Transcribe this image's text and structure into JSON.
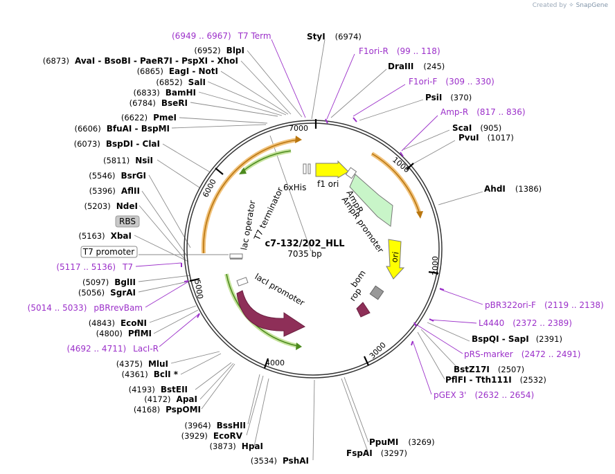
{
  "watermark": {
    "prefix": "Created by",
    "brand": "SnapGene"
  },
  "plasmid": {
    "name": "c7-132/202_HLL",
    "length": "7035 bp"
  },
  "ticks": [
    "1000",
    "2000",
    "3000",
    "4000",
    "5000",
    "6000",
    "7000"
  ],
  "features": {
    "f1_ori": "f1 ori",
    "AmpR": "AmpR",
    "AmpR_promoter": "AmpR promoter",
    "ori": "ori",
    "bom": "bom",
    "rop": "rop",
    "lacI": "lacI",
    "lacI_promoter": "lacI promoter",
    "lac_operator": "lac operator",
    "T7_terminator": "T7 terminator",
    "6xHis": "6xHis"
  },
  "boxed_labels": {
    "rbs": "RBS",
    "t7_promoter": "T7 promoter"
  },
  "sites": [
    {
      "id": "styi",
      "pos": "(6974)",
      "name": "StyI"
    },
    {
      "id": "draiii",
      "pos": "(245)",
      "name": "DraIII"
    },
    {
      "id": "psii",
      "pos": "(370)",
      "name": "PsiI"
    },
    {
      "id": "scai",
      "pos": "(905)",
      "name": "ScaI"
    },
    {
      "id": "pvui",
      "pos": "(1017)",
      "name": "PvuI"
    },
    {
      "id": "ahdi",
      "pos": "(1386)",
      "name": "AhdI"
    },
    {
      "id": "bspqi",
      "pos": "(2391)",
      "name": "BspQI  -  SapI"
    },
    {
      "id": "bstz17i",
      "pos": "(2507)",
      "name": "BstZ17I"
    },
    {
      "id": "pflfi",
      "pos": "(2532)",
      "name": "PflFI  -  Tth111I"
    },
    {
      "id": "ppumi",
      "pos": "(3269)",
      "name": "PpuMI"
    },
    {
      "id": "fspai",
      "pos": "(3297)",
      "name": "FspAI"
    },
    {
      "id": "pshai",
      "pos": "(3534)",
      "name": "PshAI"
    },
    {
      "id": "hpai",
      "pos": "(3873)",
      "name": "HpaI"
    },
    {
      "id": "ecorv",
      "pos": "(3929)",
      "name": "EcoRV"
    },
    {
      "id": "bsshii",
      "pos": "(3964)",
      "name": "BssHII"
    },
    {
      "id": "pspomi",
      "pos": "(4168)",
      "name": "PspOMI"
    },
    {
      "id": "apai",
      "pos": "(4172)",
      "name": "ApaI"
    },
    {
      "id": "bsteii",
      "pos": "(4193)",
      "name": "BstEII"
    },
    {
      "id": "bcli",
      "pos": "(4361)",
      "name": "BclI *"
    },
    {
      "id": "mlui",
      "pos": "(4375)",
      "name": "MluI"
    },
    {
      "id": "pflmi",
      "pos": "(4800)",
      "name": "PflMI"
    },
    {
      "id": "econi",
      "pos": "(4843)",
      "name": "EcoNI"
    },
    {
      "id": "sgrai",
      "pos": "(5056)",
      "name": "SgrAI"
    },
    {
      "id": "bglii",
      "pos": "(5097)",
      "name": "BglII"
    },
    {
      "id": "xbai",
      "pos": "(5163)",
      "name": "XbaI"
    },
    {
      "id": "ndei",
      "pos": "(5203)",
      "name": "NdeI"
    },
    {
      "id": "aflii",
      "pos": "(5396)",
      "name": "AflII"
    },
    {
      "id": "bsrgi",
      "pos": "(5546)",
      "name": "BsrGI"
    },
    {
      "id": "nsii",
      "pos": "(5811)",
      "name": "NsiI"
    },
    {
      "id": "bspdi",
      "pos": "(6073)",
      "name": "BspDI  -  ClaI"
    },
    {
      "id": "bfuai",
      "pos": "(6606)",
      "name": "BfuAI  -  BspMI"
    },
    {
      "id": "pmei",
      "pos": "(6622)",
      "name": "PmeI"
    },
    {
      "id": "bseri",
      "pos": "(6784)",
      "name": "BseRI"
    },
    {
      "id": "bamhi",
      "pos": "(6833)",
      "name": "BamHI"
    },
    {
      "id": "sali",
      "pos": "(6852)",
      "name": "SalI"
    },
    {
      "id": "eagi",
      "pos": "(6865)",
      "name": "EagI  -  NotI"
    },
    {
      "id": "avai",
      "pos": "(6873)",
      "name": "AvaI  -  BsoBI  -  PaeR7I  -  PspXI  -  XhoI"
    },
    {
      "id": "blpi",
      "pos": "(6952)",
      "name": "BlpI"
    }
  ],
  "primers": [
    {
      "id": "t7term",
      "pos": "(6949 .. 6967)",
      "name": "T7 Term"
    },
    {
      "id": "f1orir",
      "pos": "(99 .. 118)",
      "name": "F1ori-R"
    },
    {
      "id": "f1orif",
      "pos": "(309 .. 330)",
      "name": "F1ori-F"
    },
    {
      "id": "ampr",
      "pos": "(817 .. 836)",
      "name": "Amp-R"
    },
    {
      "id": "pbr322",
      "pos": "(2119 .. 2138)",
      "name": "pBR322ori-F"
    },
    {
      "id": "l4440",
      "pos": "(2372 .. 2389)",
      "name": "L4440"
    },
    {
      "id": "prs",
      "pos": "(2472 .. 2491)",
      "name": "pRS-marker"
    },
    {
      "id": "pgex",
      "pos": "(2632 .. 2654)",
      "name": "pGEX 3'"
    },
    {
      "id": "lacir",
      "pos": "(4692 .. 4711)",
      "name": "LacI-R"
    },
    {
      "id": "pbrrev",
      "pos": "(5014 .. 5033)",
      "name": "pBRrevBam"
    },
    {
      "id": "t7",
      "pos": "(5117 .. 5136)",
      "name": "T7"
    }
  ]
}
